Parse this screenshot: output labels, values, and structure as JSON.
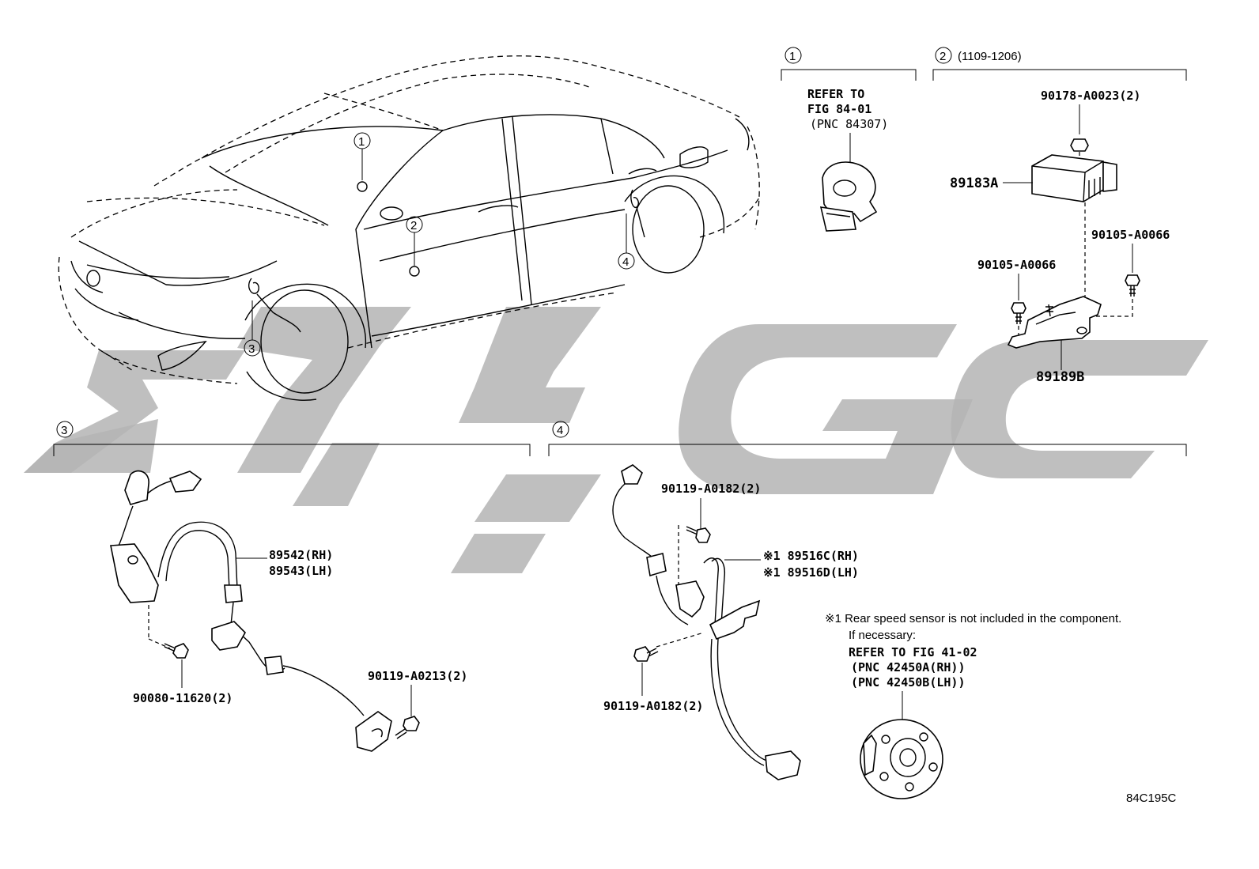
{
  "figure_code": "84C195C",
  "sections": {
    "s1": {
      "num": "1",
      "refer": [
        "REFER TO",
        "FIG 84-01",
        "(PNC 84307)"
      ]
    },
    "s2": {
      "num": "2",
      "range": "(1109-1206)",
      "parts": {
        "nut": "90178-A0023(2)",
        "sensor": "89183A",
        "bolt_right": "90105-A0066",
        "bolt_left": "90105-A0066",
        "bracket": "89189B"
      }
    },
    "s3": {
      "num": "3",
      "parts": {
        "sensor_rh": "89542(RH)",
        "sensor_lh": "89543(LH)",
        "bolt_lower": "90080-11620(2)",
        "bolt_right": "90119-A0213(2)"
      }
    },
    "s4": {
      "num": "4",
      "parts": {
        "bolt_top": "90119-A0182(2)",
        "sensor_rh": "※1 89516C(RH)",
        "sensor_lh": "※1 89516D(LH)",
        "bolt_lower": "90119-A0182(2)"
      },
      "note": {
        "line1": "※1 Rear speed sensor is not included in the component.",
        "line2": "If necessary:",
        "line3": "REFER TO FIG 41-02",
        "line4": "(PNC 42450A(RH))",
        "line5": "(PNC 42450B(LH))"
      }
    }
  },
  "car_callouts": [
    "1",
    "2",
    "3",
    "4"
  ],
  "watermark": "ZYGC",
  "colors": {
    "ink": "#000000",
    "watermark": "#b4b4b4",
    "background": "#ffffff"
  }
}
